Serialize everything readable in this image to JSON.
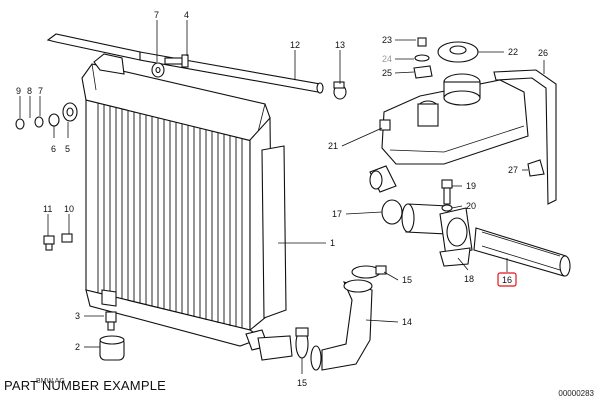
{
  "caption": "PART NUMBER EXAMPLE",
  "catalog_number": "00000283",
  "logo_text": "BMW AG",
  "highlight_color": "#e0151f",
  "highlighted_part": "16",
  "part_labels": {
    "p1": "1",
    "p2": "2",
    "p3": "3",
    "p4": "4",
    "p5": "5",
    "p6": "6",
    "p7": "7",
    "p8": "8",
    "p9": "9",
    "p10": "10",
    "p11": "11",
    "p12": "12",
    "p13": "13",
    "p14": "14",
    "p15a": "15",
    "p15b": "15",
    "p16": "16",
    "p17": "17",
    "p18": "18",
    "p19": "19",
    "p20": "20",
    "p21": "21",
    "p22": "22",
    "p23": "23",
    "p24": "24",
    "p25": "25",
    "p26": "26",
    "p27": "27"
  }
}
